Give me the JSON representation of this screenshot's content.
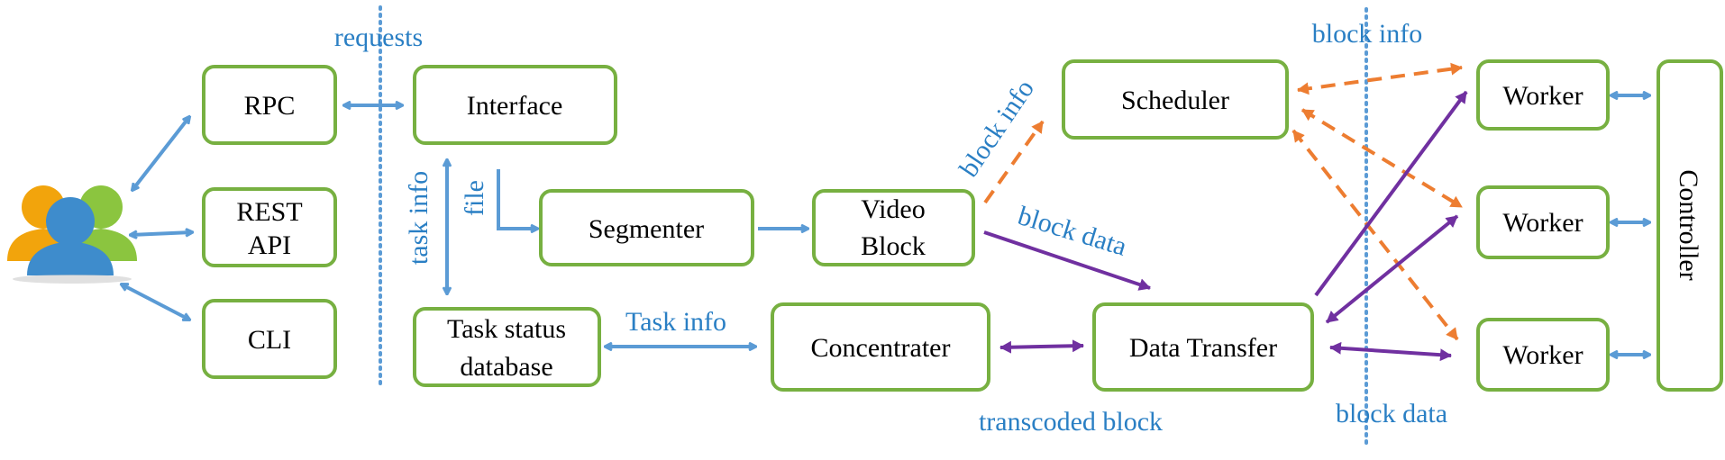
{
  "colors": {
    "box_stroke": "#77b041",
    "blue": "#5b9bd5",
    "label_blue": "#2a7fc4",
    "orange": "#ed7d31",
    "purple": "#7030a0",
    "divider": "#5b9bd5"
  },
  "icons": {
    "users": "users-group-icon"
  },
  "boxes": {
    "rpc": "RPC",
    "rest_line1": "REST",
    "rest_line2": "API",
    "cli": "CLI",
    "interface": "Interface",
    "task_status_line1": "Task status",
    "task_status_line2": "database",
    "segmenter": "Segmenter",
    "video_block_line1": "Video",
    "video_block_line2": "Block",
    "concentrater": "Concentrater",
    "scheduler": "Scheduler",
    "data_transfer": "Data Transfer",
    "worker1": "Worker",
    "worker2": "Worker",
    "worker3": "Worker",
    "controller": "Controller"
  },
  "labels": {
    "requests": "requests",
    "task_info_vertical": "task info",
    "file": "file",
    "task_info": "Task info",
    "block_info_diagonal": "block info",
    "block_data_diagonal": "block data",
    "transcoded_block": "transcoded block",
    "block_info_top": "block info",
    "block_data_bottom": "block data"
  }
}
